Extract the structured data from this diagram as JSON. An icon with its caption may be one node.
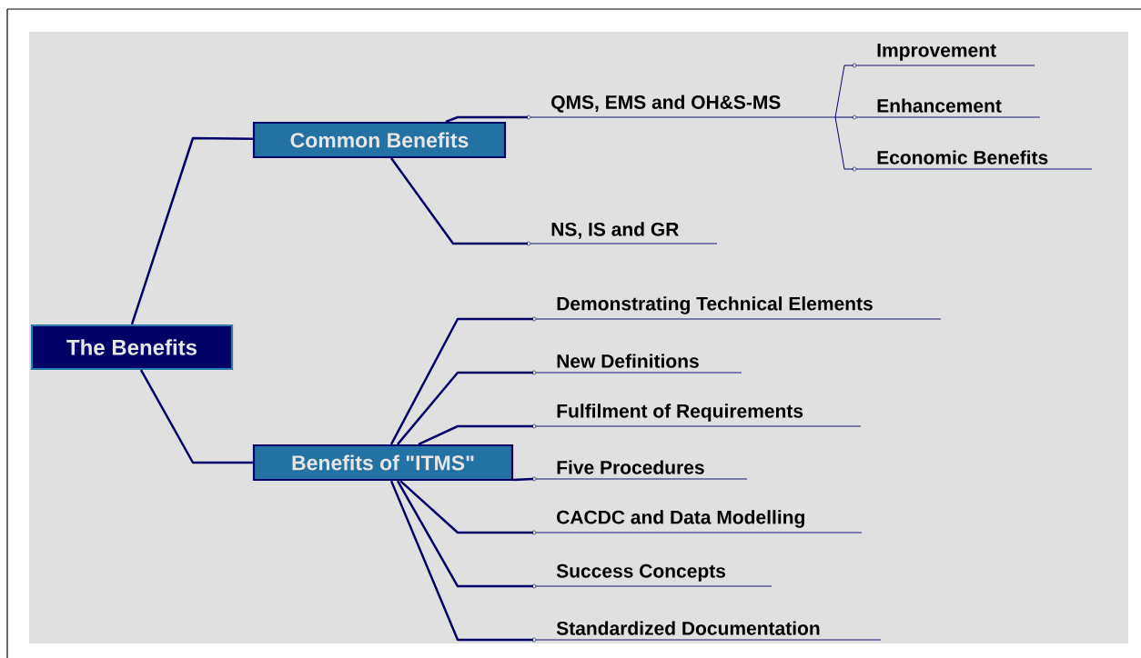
{
  "diagram": {
    "nodes": [
      {
        "text": [
          "The Benefits"
        ]
      },
      {
        "text": [
          "Common Benefits"
        ]
      },
      {
        "text": [
          "QMS, EMS and OH&S-MS"
        ]
      },
      {
        "text": [
          "NS, IS and GR"
        ]
      },
      {
        "text": [
          "Improvement"
        ]
      },
      {
        "text": [
          "Enhancement"
        ]
      },
      {
        "text": [
          "Economic Benefits"
        ]
      },
      {
        "text": [
          "Benefits of \"ITMS\""
        ]
      },
      {
        "text": [
          "Demonstrating Technical Elements"
        ]
      },
      {
        "text": [
          "New Definitions"
        ]
      },
      {
        "text": [
          "Fulfilment of Requirements"
        ]
      },
      {
        "text": [
          "Five Procedures"
        ]
      },
      {
        "text": [
          "CACDC and Data Modelling"
        ]
      },
      {
        "text": [
          "Success Concepts"
        ]
      },
      {
        "text": [
          "Standardized Documentation"
        ]
      }
    ],
    "edges": [
      {
        "from": 0,
        "to": 1,
        "arrow": "none"
      },
      {
        "from": 0,
        "to": 7,
        "arrow": "none"
      },
      {
        "from": 1,
        "to": 2,
        "arrow": "none"
      },
      {
        "from": 1,
        "to": 3,
        "arrow": "none"
      },
      {
        "from": 2,
        "to": 4,
        "arrow": "none"
      },
      {
        "from": 2,
        "to": 5,
        "arrow": "none"
      },
      {
        "from": 2,
        "to": 6,
        "arrow": "none"
      },
      {
        "from": 7,
        "to": 8,
        "arrow": "none"
      },
      {
        "from": 7,
        "to": 9,
        "arrow": "none"
      },
      {
        "from": 7,
        "to": 10,
        "arrow": "none"
      },
      {
        "from": 7,
        "to": 11,
        "arrow": "none"
      },
      {
        "from": 7,
        "to": 12,
        "arrow": "none"
      },
      {
        "from": 7,
        "to": 13,
        "arrow": "none"
      },
      {
        "from": 7,
        "to": 14,
        "arrow": "none"
      }
    ]
  }
}
